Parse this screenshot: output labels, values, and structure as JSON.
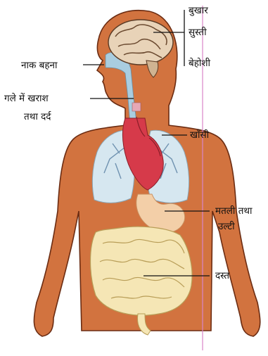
{
  "labels": {
    "fever": "बुखार",
    "lethargy": "सुस्ती",
    "unconsciousness": "बेहोशी",
    "runny_nose": "नाक बहना",
    "throat_line1": "गले में खराश",
    "throat_line2": "तथा दर्द",
    "cough": "खाँसी",
    "nausea_line1": "मतली तथा",
    "nausea_line2": "उल्टी",
    "diarrhea": "दस्त"
  },
  "colors": {
    "skin": "#d2733f",
    "skin_outline": "#6b2c12",
    "lung": "#d6e7f0",
    "heart": "#d63a4a",
    "airway": "#a9cde0",
    "stomach": "#f3cfa8",
    "intestine": "#f5e6b5",
    "brain": "#e8d3b8",
    "guide_line": "#d884c8"
  }
}
